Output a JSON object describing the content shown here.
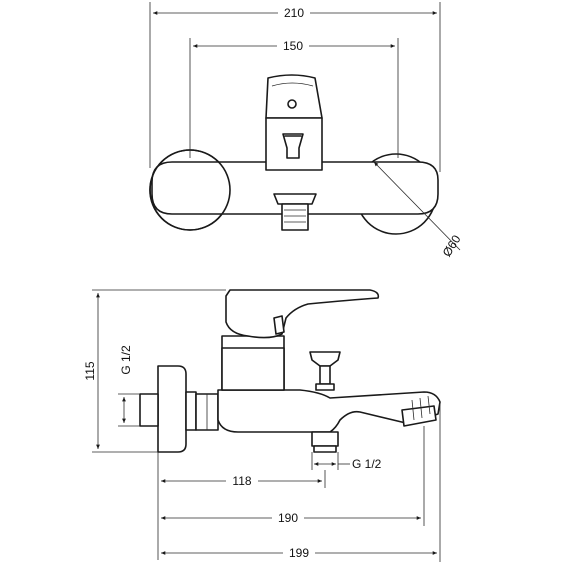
{
  "top_view": {
    "overall_width": "210",
    "inlet_spacing": "150",
    "flange_diameter": "Ø60"
  },
  "side_view": {
    "height": "115",
    "inlet_thread": "G 1/2",
    "outlet_thread": "G 1/2",
    "wall_to_outlet": "118",
    "wall_to_spout_front": "190",
    "overall_depth": "199"
  }
}
